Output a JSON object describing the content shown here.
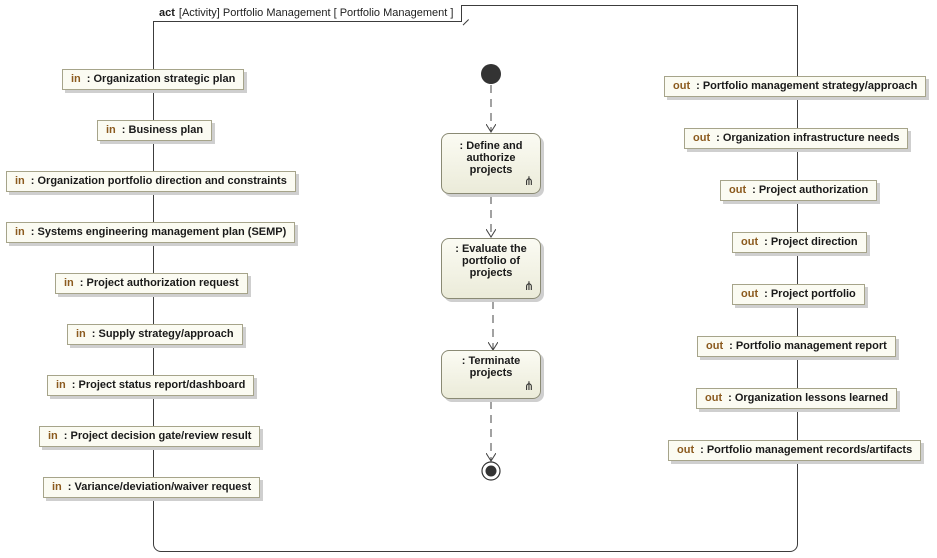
{
  "frame": {
    "keyword": "act",
    "title": "[Activity] Portfolio Management [ Portfolio Management ]"
  },
  "inputs": [
    {
      "dir": "in",
      "label": ": Organization strategic plan"
    },
    {
      "dir": "in",
      "label": ": Business plan"
    },
    {
      "dir": "in",
      "label": ": Organization portfolio direction and constraints"
    },
    {
      "dir": "in",
      "label": ": Systems engineering management plan (SEMP)"
    },
    {
      "dir": "in",
      "label": ": Project authorization request"
    },
    {
      "dir": "in",
      "label": ": Supply strategy/approach"
    },
    {
      "dir": "in",
      "label": ": Project status report/dashboard"
    },
    {
      "dir": "in",
      "label": ": Project decision gate/review result"
    },
    {
      "dir": "in",
      "label": ": Variance/deviation/waiver request"
    }
  ],
  "outputs": [
    {
      "dir": "out",
      "label": ": Portfolio management strategy/approach"
    },
    {
      "dir": "out",
      "label": ": Organization infrastructure needs"
    },
    {
      "dir": "out",
      "label": ": Project authorization"
    },
    {
      "dir": "out",
      "label": ": Project direction"
    },
    {
      "dir": "out",
      "label": ": Project portfolio"
    },
    {
      "dir": "out",
      "label": ": Portfolio management report"
    },
    {
      "dir": "out",
      "label": ": Organization lessons learned"
    },
    {
      "dir": "out",
      "label": ": Portfolio management records/artifacts"
    }
  ],
  "actions": [
    {
      "label": ": Define and authorize projects",
      "icon": "call-behavior-rake-icon"
    },
    {
      "label": ": Evaluate the portfolio of projects",
      "icon": "call-behavior-rake-icon"
    },
    {
      "label": ": Terminate projects",
      "icon": "call-behavior-rake-icon"
    }
  ],
  "nodes": {
    "initial": "initial-node",
    "final": "activity-final-node"
  }
}
